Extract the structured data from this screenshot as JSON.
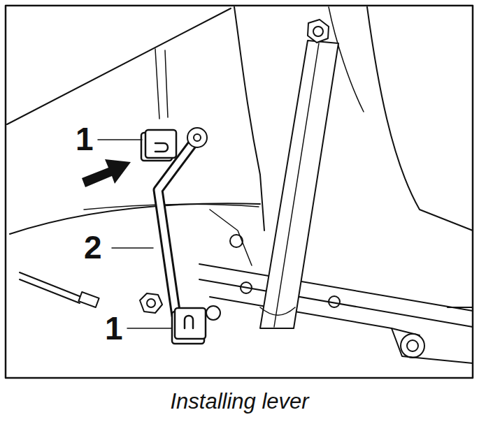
{
  "diagram": {
    "caption": "Installing lever",
    "labels": [
      "1",
      "2",
      "1"
    ]
  }
}
